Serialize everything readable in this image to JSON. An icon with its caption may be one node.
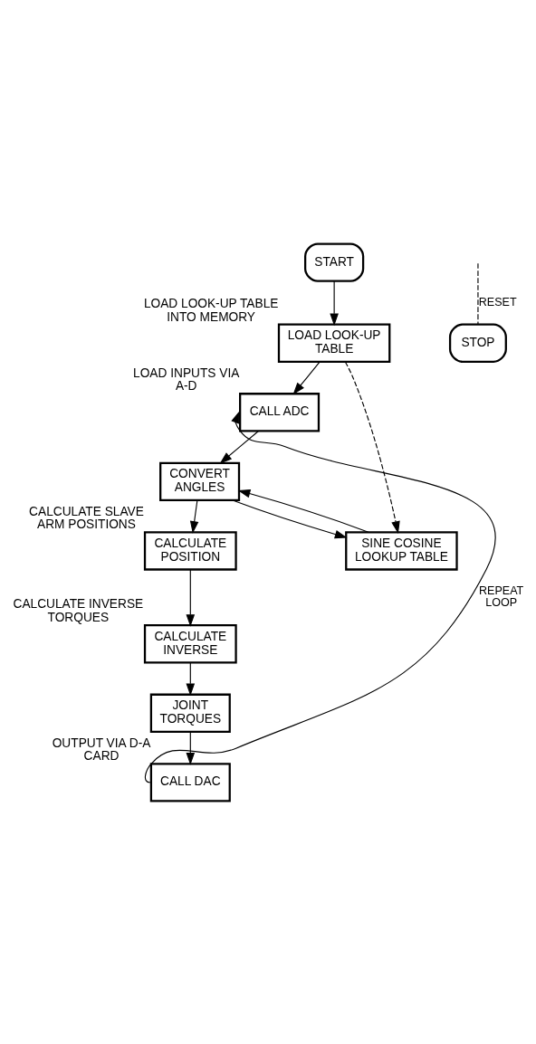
{
  "diagram": {
    "nodes": [
      {
        "text": [
          "START"
        ]
      },
      {
        "text": [
          "LOAD LOOK-UP TABLE"
        ],
        "beside": [
          "LOAD LOOK-UP TABLE INTO MEMORY"
        ]
      },
      {
        "text": [
          "CALL ADC"
        ],
        "beside": [
          "LOAD INPUTS VIA A-D"
        ]
      },
      {
        "text": [
          "CONVERT ANGLES"
        ]
      },
      {
        "text": [
          "SINE COSINE LOOKUP TABLE"
        ]
      },
      {
        "text": [
          "CALCULATE POSITION"
        ],
        "beside": [
          "CALCULATE SLAVE ARM POSITIONS"
        ]
      },
      {
        "text": [
          "CALCULATE INVERSE"
        ],
        "beside": [
          "CALCULATE INVERSE TORQUES"
        ]
      },
      {
        "text": [
          "JOINT TORQUES"
        ]
      },
      {
        "text": [
          "CALL DAC"
        ],
        "beside": [
          "OUTPUT VIA D-A CARD"
        ]
      },
      {
        "text": [
          "STOP"
        ]
      }
    ],
    "edges": [
      {
        "from": 0,
        "to": 1,
        "arrow": "to"
      },
      {
        "from": 1,
        "to": 2,
        "arrow": "to"
      },
      {
        "from": 1,
        "to": 4,
        "arrow": "to",
        "style": "dashed"
      },
      {
        "from": 2,
        "to": 3,
        "arrow": "to"
      },
      {
        "from": 3,
        "to": 4,
        "arrow": "to"
      },
      {
        "from": 4,
        "to": 3,
        "arrow": "to"
      },
      {
        "from": 3,
        "to": 5,
        "arrow": "to"
      },
      {
        "from": 5,
        "to": 6,
        "arrow": "to"
      },
      {
        "from": 6,
        "to": 7,
        "arrow": "to"
      },
      {
        "from": 7,
        "to": 8,
        "arrow": "to"
      },
      {
        "from": 8,
        "to": 2,
        "arrow": "to",
        "label": "REPEAT LOOP"
      },
      {
        "from": null,
        "to": 9,
        "arrow": "none",
        "style": "dashed",
        "label": "RESET"
      }
    ]
  }
}
